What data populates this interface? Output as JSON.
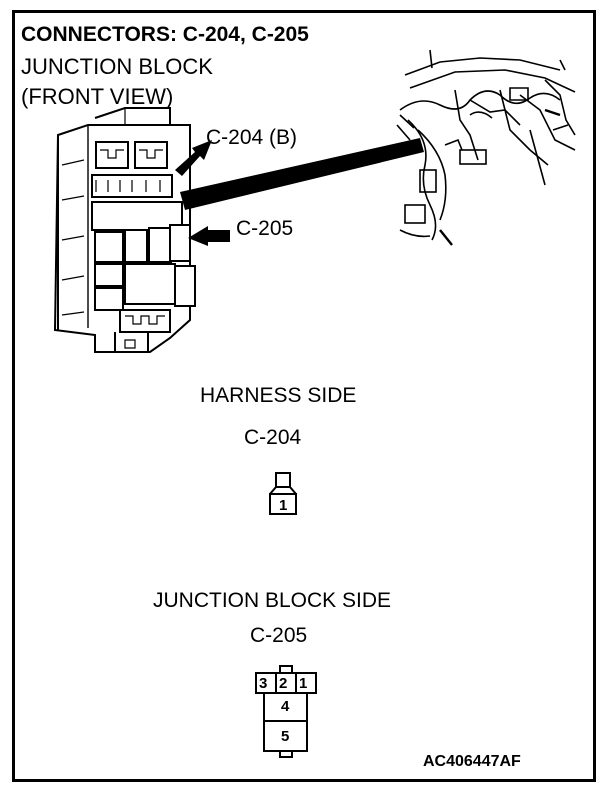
{
  "header": {
    "title": "CONNECTORS: C-204, C-205",
    "line1": "JUNCTION BLOCK",
    "line2": "(FRONT VIEW)"
  },
  "callouts": {
    "c204": "C-204 (B)",
    "c205": "C-205"
  },
  "harness": {
    "heading": "HARNESS SIDE",
    "connector": "C-204",
    "pins": [
      "1"
    ]
  },
  "junction": {
    "heading": "JUNCTION BLOCK SIDE",
    "connector": "C-205",
    "pins": [
      "3",
      "2",
      "1",
      "4",
      "5"
    ]
  },
  "figure_code": "AC406447AF"
}
